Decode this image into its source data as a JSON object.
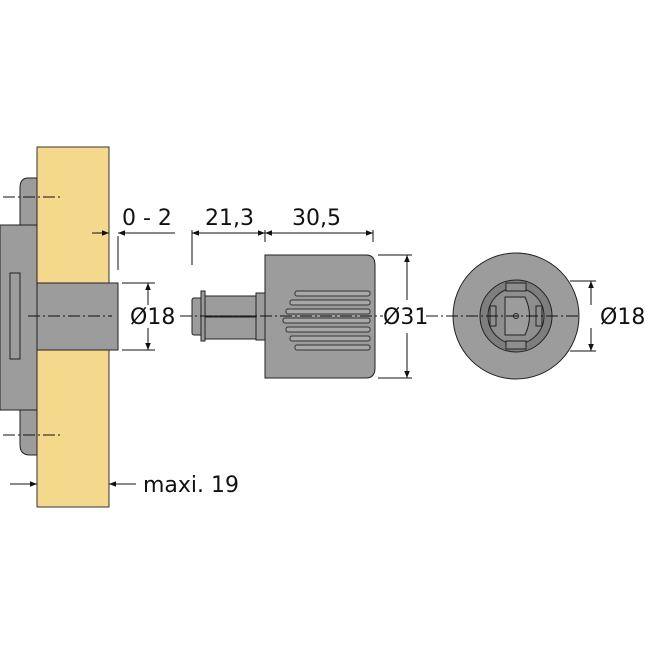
{
  "colors": {
    "wood": "#f4d98c",
    "part": "#9c9c9c",
    "part_dark": "#7e7e7e",
    "line": "#111111"
  },
  "dimensions": {
    "gap": "0 - 2",
    "pin_length": "21,3",
    "cap_length": "30,5",
    "sleeve_diameter": "Ø18",
    "cap_diameter": "Ø31",
    "front_diameter": "Ø18",
    "board_thickness": "maxi. 19"
  }
}
